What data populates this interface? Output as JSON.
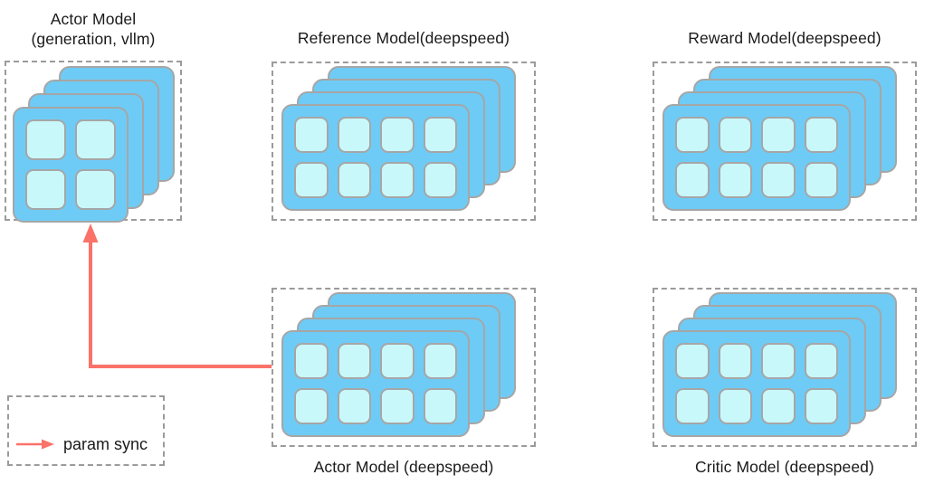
{
  "diagram": {
    "title": "RLHF model placement diagram",
    "colors": {
      "card_fill": "#6ecbf5",
      "chip_fill": "#c9f8fb",
      "card_border": "#a6a6a6",
      "group_border": "#9b9b9b",
      "arrow": "#fa7268",
      "text": "#1a1a1a",
      "background": "#ffffff"
    },
    "groups": [
      {
        "id": "actor-vllm",
        "caption": "Actor Model\n(generation, vllm)",
        "caption_position": "top",
        "cards": 4,
        "chips_per_card": 4,
        "chip_layout": "2x2"
      },
      {
        "id": "reference",
        "caption": "Reference Model(deepspeed)",
        "caption_position": "top",
        "cards": 4,
        "chips_per_card": 8,
        "chip_layout": "4x2"
      },
      {
        "id": "reward",
        "caption": "Reward Model(deepspeed)",
        "caption_position": "top",
        "cards": 4,
        "chips_per_card": 8,
        "chip_layout": "4x2"
      },
      {
        "id": "actor-deepspeed",
        "caption": "Actor Model (deepspeed)",
        "caption_position": "bottom",
        "cards": 4,
        "chips_per_card": 8,
        "chip_layout": "4x2"
      },
      {
        "id": "critic",
        "caption": "Critic Model (deepspeed)",
        "caption_position": "bottom",
        "cards": 4,
        "chips_per_card": 8,
        "chip_layout": "4x2"
      }
    ],
    "connector": {
      "id": "param-sync-arrow",
      "from": "actor-deepspeed",
      "to": "actor-vllm",
      "style": "elbow",
      "color": "#fa7268"
    },
    "legend": {
      "label": "param sync",
      "arrow_color": "#fa7268"
    }
  }
}
